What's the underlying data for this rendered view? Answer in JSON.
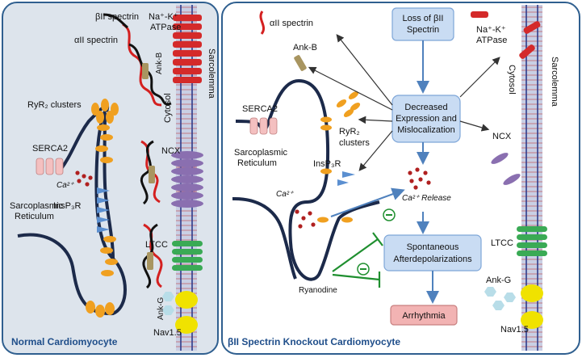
{
  "panels": {
    "left_title": "Normal Cardiomyocyte",
    "right_title": "βII Spectrin Knockout Cardiomyocyte"
  },
  "left": {
    "beta_spectrin": "βII spectrin",
    "alpha_spectrin": "αII spectrin",
    "nak_line1": "Na⁺-K⁺",
    "nak_line2": "ATPase",
    "ankb": "Ank-B",
    "ryr_clusters": "RyR₂ clusters",
    "cytosol": "Cytosol",
    "sarcolemma": "Sarcolemma",
    "serca": "SERCA2",
    "ca": "Ca²⁺",
    "ncx": "NCX",
    "sr_line1": "Sarcoplasmic",
    "sr_line2": "Reticulum",
    "insp3r": "InsP₃R",
    "ltcc": "LTCC",
    "ankg": "Ank-G",
    "nav": "Nav1.5"
  },
  "right": {
    "alpha_spectrin": "αII spectrin",
    "ankb": "Ank-B",
    "loss_line1": "Loss of βII",
    "loss_line2": "Spectrin",
    "nak_line1": "Na⁺-K⁺",
    "nak_line2": "ATPase",
    "decreased_line1": "Decreased",
    "decreased_line2": "Expression and",
    "decreased_line3": "Mislocalization",
    "cytosol": "Cytosol",
    "sarcolemma": "Sarcolemma",
    "serca": "SERCA2",
    "ryr_line1": "RyR₂",
    "ryr_line2": "clusters",
    "ncx": "NCX",
    "sr_line1": "Sarcoplasmic",
    "sr_line2": "Reticulum",
    "insp3r": "InsP₃R",
    "ca": "Ca²⁺",
    "ca_release": "Ca²⁺ Release",
    "inhibit_symbol": "⊖",
    "sad_line1": "Spontaneous",
    "sad_line2": "Afterdepolarizations",
    "ryanodine": "Ryanodine",
    "ltcc": "LTCC",
    "ankg": "Ank-G",
    "arrhythmia": "Arrhythmia",
    "nav": "Nav1.5"
  },
  "colors": {
    "panel_border": "#2f5f8f",
    "box_blue": "#c9dcf3",
    "box_pink": "#f2b3b3",
    "arrow_blue": "#4f81bd",
    "inhibit_green": "#1f8f2f",
    "membrane": "#c0c8e0",
    "nak": "#d42a2a",
    "ncx": "#8a6fb0",
    "ltcc": "#3aaa55",
    "nav": "#f0e200",
    "ankg": "#b8dde8",
    "ryr": "#f0a020",
    "serca": "#f4c0c0",
    "insp3r": "#5b8fd0",
    "ankb": "#a89560",
    "ca": "#b02020"
  }
}
